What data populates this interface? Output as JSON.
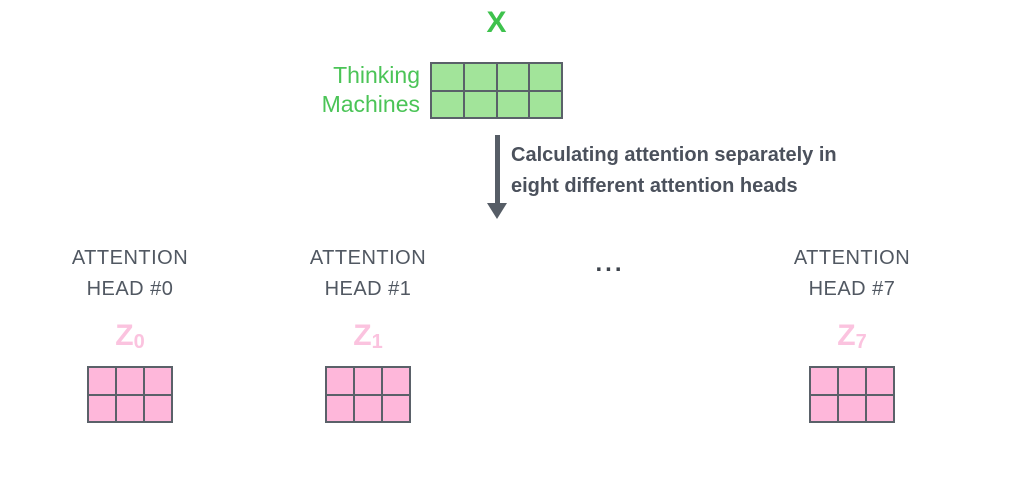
{
  "colors": {
    "green_label": "#3ec24d",
    "green_text": "#4bc457",
    "green_cell": "#a2e49a",
    "pink_cell": "#feb7da",
    "pink_label": "#fbc3df",
    "dark_text": "#515862",
    "caption_text": "#4b515c",
    "arrow": "#565d66",
    "grid_line": "#5a6169",
    "bg": "#ffffff"
  },
  "input_matrix": {
    "label": "X",
    "row_label_line1": "Thinking",
    "row_label_line2": "Machines",
    "rows": 2,
    "cols": 4
  },
  "arrow": {
    "caption_line1": "Calculating attention separately in",
    "caption_line2": "eight different attention heads"
  },
  "heads": [
    {
      "title_line1": "ATTENTION",
      "title_line2": "HEAD #0",
      "matrix_label": "Z",
      "matrix_label_sub": "0",
      "rows": 2,
      "cols": 3
    },
    {
      "title_line1": "ATTENTION",
      "title_line2": "HEAD #1",
      "matrix_label": "Z",
      "matrix_label_sub": "1",
      "rows": 2,
      "cols": 3
    },
    {
      "title_line1": "ATTENTION",
      "title_line2": "HEAD #7",
      "matrix_label": "Z",
      "matrix_label_sub": "7",
      "rows": 2,
      "cols": 3
    }
  ],
  "ellipsis": "..."
}
